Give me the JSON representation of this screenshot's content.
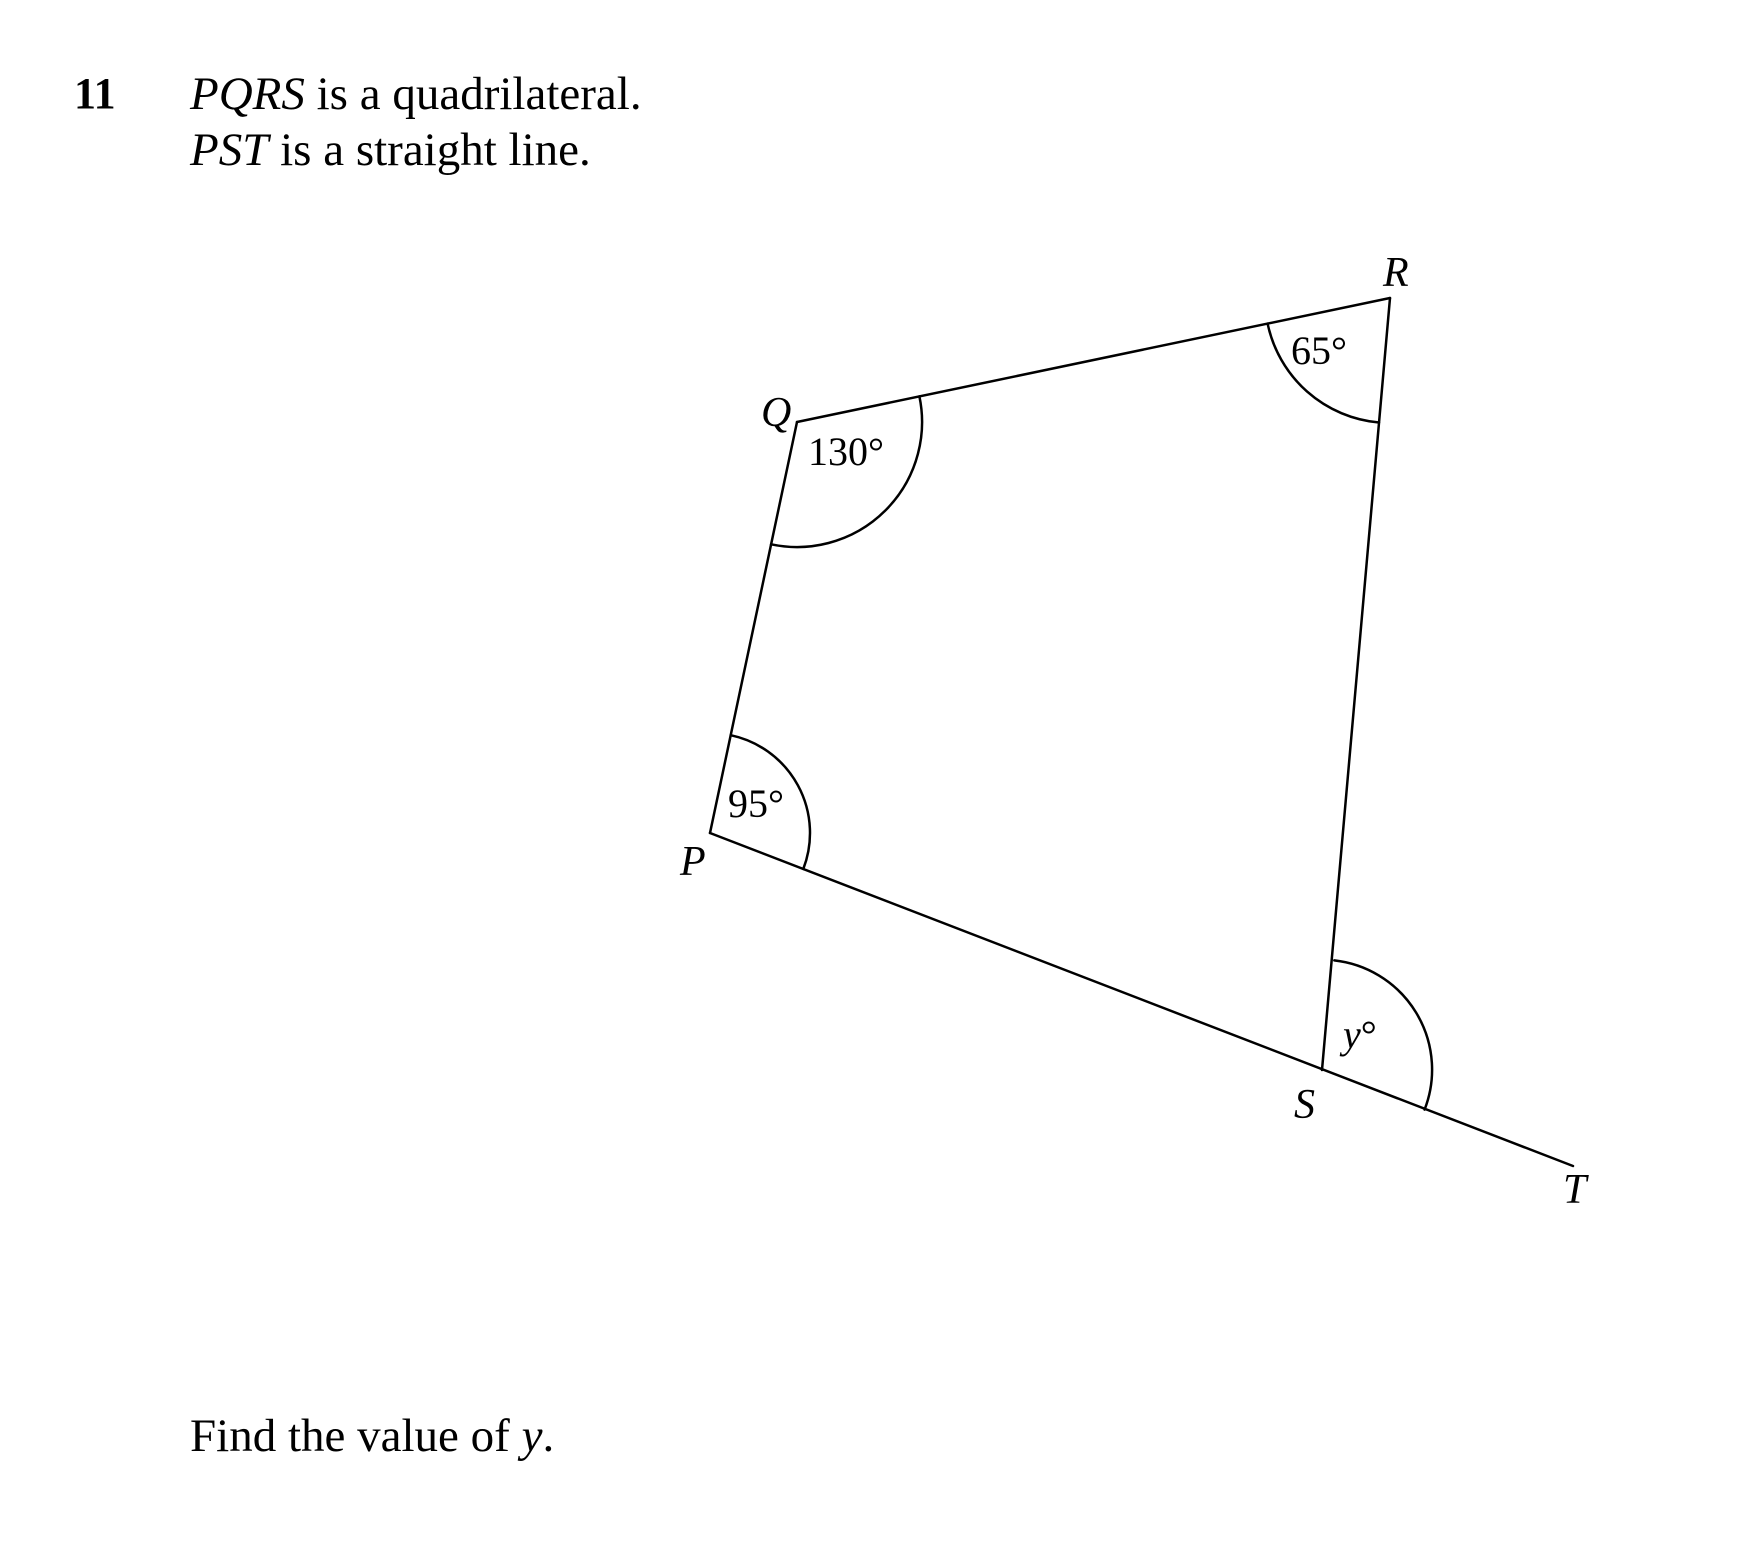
{
  "question": {
    "number": "11",
    "line1": {
      "shape_name": "PQRS",
      "text": " is a quadrilateral."
    },
    "line2": {
      "line_name": "PST",
      "text": " is a straight line."
    },
    "prompt": {
      "text": "Find the value of ",
      "variable": "y",
      "end": "."
    }
  },
  "diagram": {
    "vertices": {
      "P": "P",
      "Q": "Q",
      "R": "R",
      "S": "S",
      "T": "T"
    },
    "angles": {
      "Q": "130°",
      "R": "65°",
      "P": "95°",
      "exterior_S": {
        "variable": "y",
        "unit": "°"
      }
    }
  }
}
